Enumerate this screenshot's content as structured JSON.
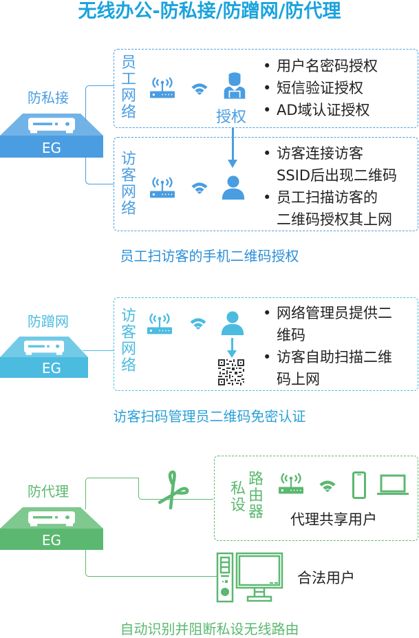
{
  "title": "无线办公-防私接/防蹭网/防代理",
  "colors": {
    "title": "#1aa3dd",
    "section1": "#4a9de0",
    "section2": "#4bbbe0",
    "section3": "#5bb870",
    "text": "#222222"
  },
  "section1": {
    "device_label": "防私接",
    "device_name": "EG",
    "employee_network": {
      "label": "员工网络",
      "icons": [
        "router-wifi-icon",
        "wifi-signal-icon",
        "employee-user-icon"
      ],
      "auth_label": "授权",
      "bullets": [
        "用户名密码授权",
        "短信验证授权",
        "AD域认证授权"
      ]
    },
    "guest_network": {
      "label": "访客网络",
      "icons": [
        "router-wifi-icon",
        "wifi-signal-icon",
        "guest-user-icon"
      ],
      "bullets": [
        "访客连接访客SSID后出现二维码",
        "员工扫描访客的二维码授权其上网"
      ],
      "bullet_lines": [
        [
          "访客连接访客",
          "SSID后出现二维码"
        ],
        [
          "员工扫描访客的",
          "二维码授权其上网"
        ]
      ]
    },
    "caption": "员工扫访客的手机二维码授权"
  },
  "section2": {
    "device_label": "防蹭网",
    "device_name": "EG",
    "guest_network": {
      "label": "访客网络",
      "icons": [
        "router-wifi-icon",
        "wifi-signal-icon",
        "user-icon",
        "qr-code-icon"
      ],
      "bullets": [
        "网络管理员提供二维码",
        "访客自助扫描二维码上网"
      ],
      "bullet_lines": [
        [
          "网络管理员提供二",
          "维码"
        ],
        [
          "访客自助扫描二维",
          "码上网"
        ]
      ]
    },
    "caption": "访客扫码管理员二维码免密认证"
  },
  "section3": {
    "device_label": "防代理",
    "device_name": "EG",
    "private_router": {
      "label_left": "私设",
      "label_right": "路由器",
      "icons": [
        "router-wifi-icon",
        "wifi-signal-icon",
        "phone-icon",
        "laptop-icon"
      ],
      "users_label": "代理共享用户"
    },
    "cut_icon": "scissors-icon",
    "legal_user": {
      "icon": "desktop-computer-icon",
      "label": "合法用户"
    },
    "caption": "自动识别并阻断私设无线路由"
  }
}
